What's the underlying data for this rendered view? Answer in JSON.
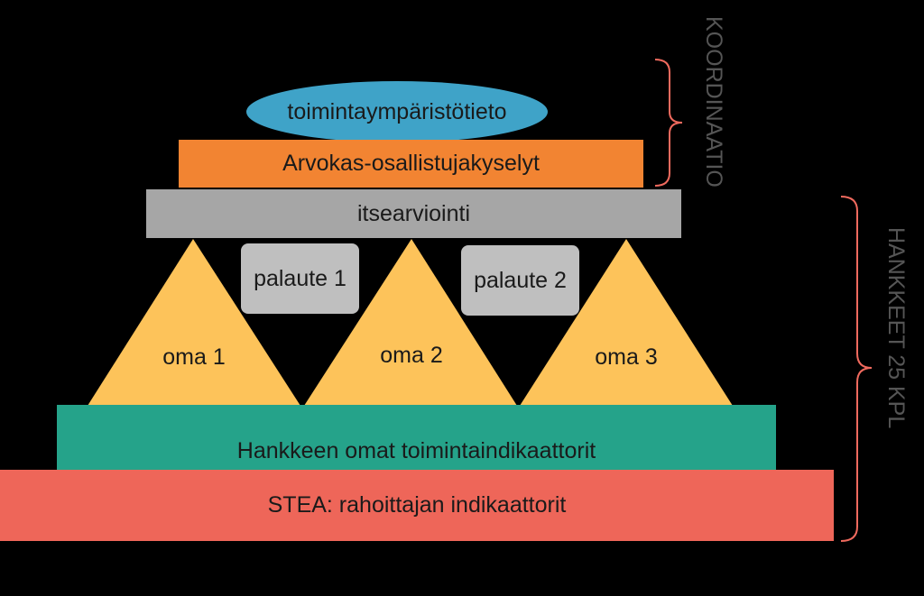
{
  "diagram": {
    "top_ellipse": "toimintaympäristötieto",
    "orange_bar": "Arvokas-osallistujakyselyt",
    "gray_bar": "itsearviointi",
    "feedback": [
      "palaute 1",
      "palaute 2"
    ],
    "triangles": [
      "oma 1",
      "oma 2",
      "oma 3"
    ],
    "teal_bar": "Hankkeen omat toimintaindikaattorit",
    "red_bar": "STEA: rahoittajan indikaattorit",
    "side_labels": {
      "coordination": "KOORDINAATIO",
      "projects": "HANKKEET 25 KPL"
    },
    "colors": {
      "ellipse": "#3FA3C8",
      "orange": "#F28432",
      "gray": "#A6A6A6",
      "feedback": "#BFBFBF",
      "triangle": "#FDC35A",
      "teal": "#25A38A",
      "red": "#EE6659",
      "bracket": "#F06A5E"
    }
  }
}
